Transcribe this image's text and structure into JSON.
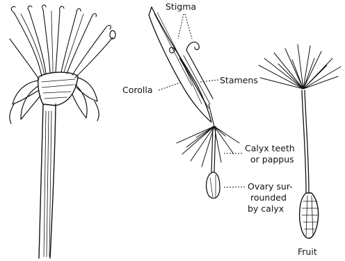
{
  "labels": {
    "stigma": "Stigma",
    "corolla": "Corolla",
    "stamens": "Stamens",
    "calyx_line1": "Calyx teeth",
    "calyx_line2": "or pappus",
    "ovary_line1": "Ovary sur-",
    "ovary_line2": "rounded",
    "ovary_line3": "by calyx",
    "fruit": "Fruit"
  }
}
